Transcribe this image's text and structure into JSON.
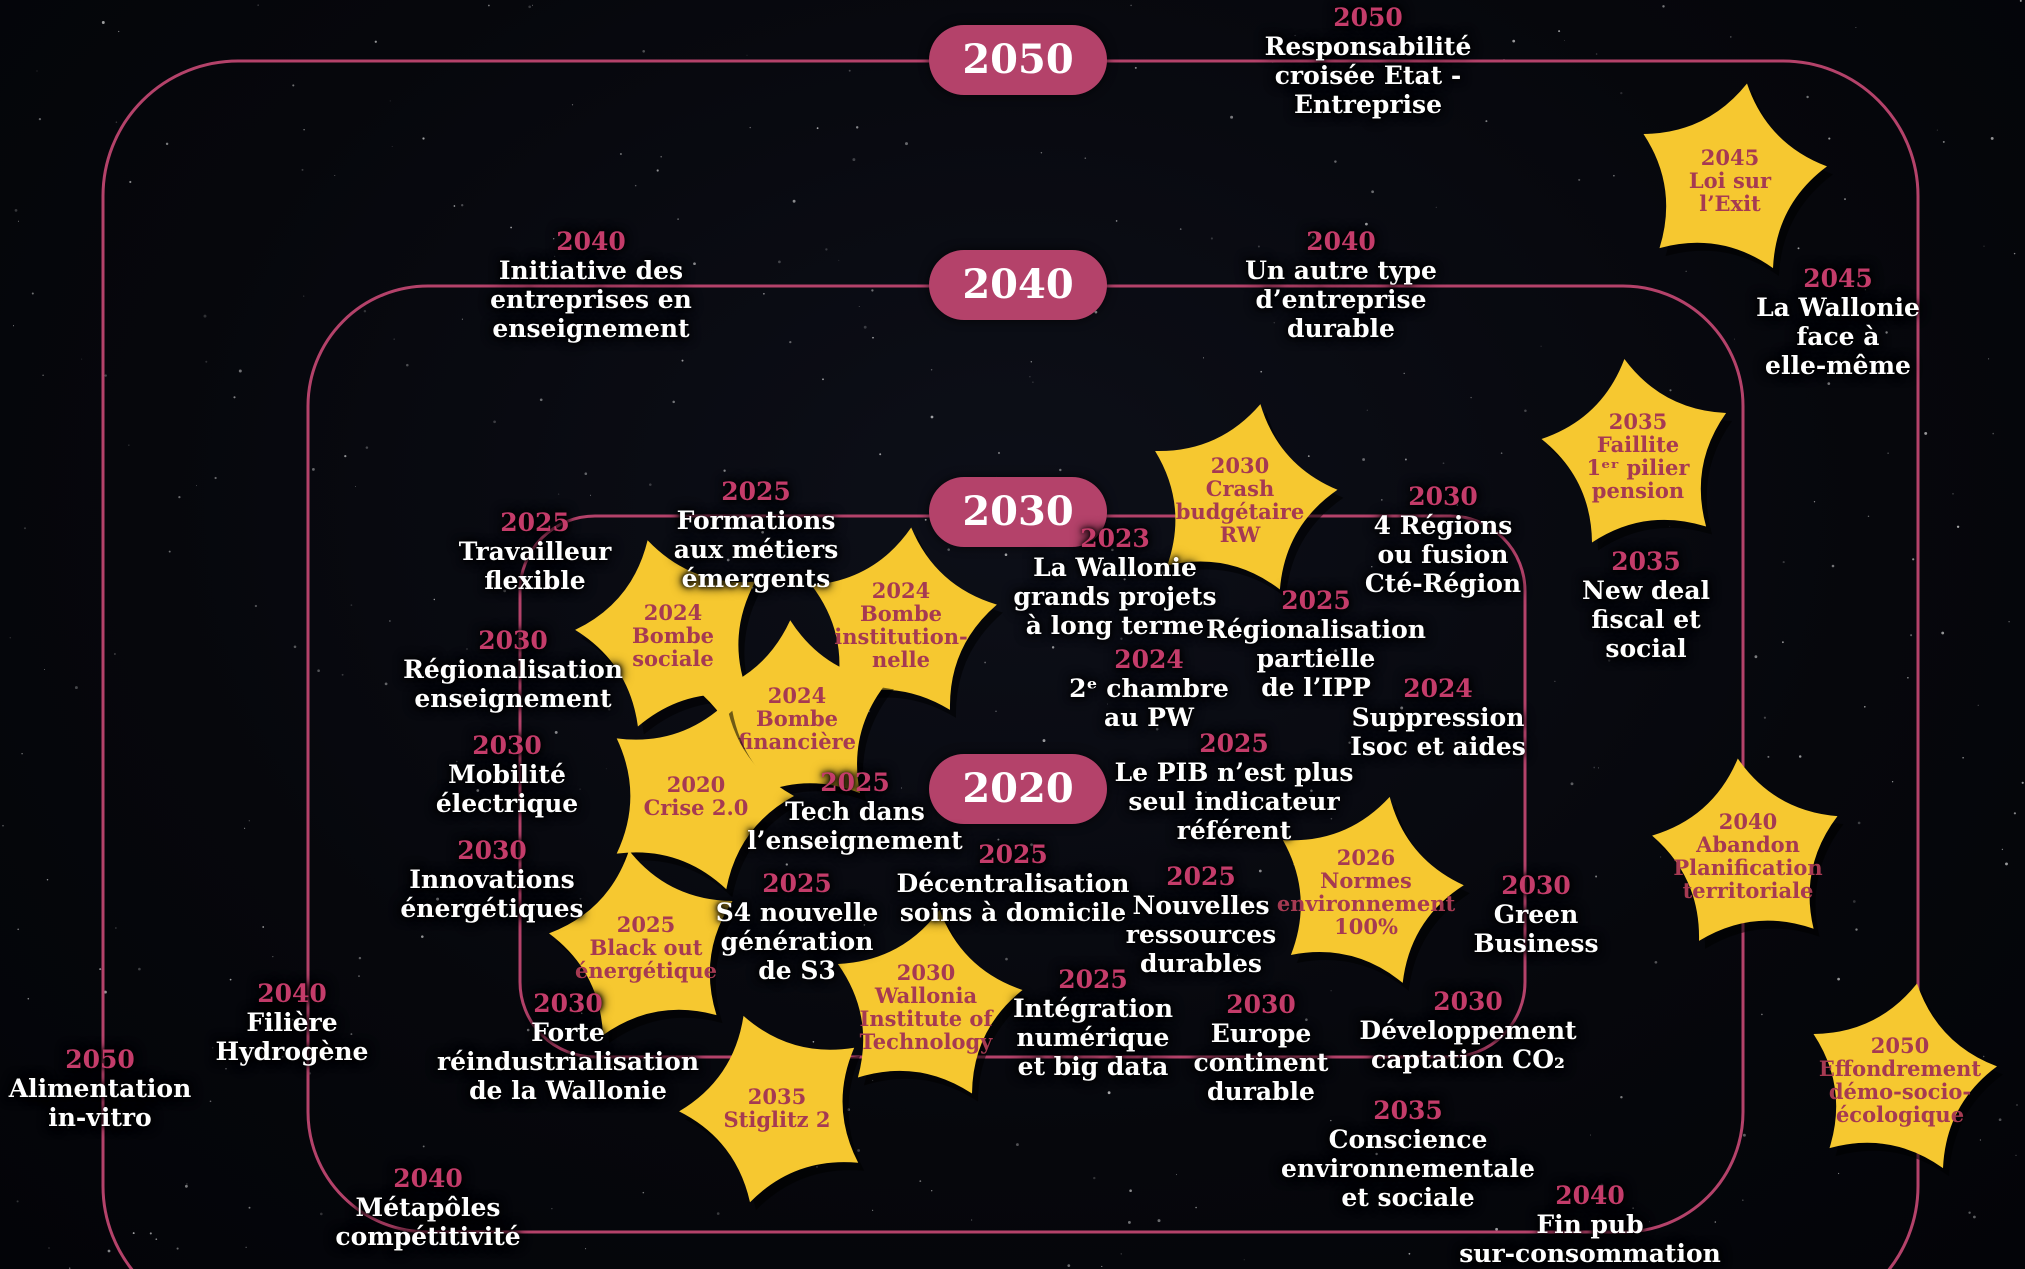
{
  "rings": [
    "2050",
    "2040",
    "2030",
    "2020"
  ],
  "colors": {
    "accent": "#b4426a",
    "year_text": "#c43c6a",
    "star_fill": "#f6c830",
    "star_text": "#a63a52",
    "background": "#05060a"
  },
  "labels": {
    "l2050_resp": {
      "year": "2050",
      "text": "Responsabilité\ncroisée Etat -\nEntreprise"
    },
    "l2050_alim": {
      "year": "2050",
      "text": "Alimentation\nin-vitro"
    },
    "l2045_wall": {
      "year": "2045",
      "text": "La Wallonie\nface à\nelle-même"
    },
    "l2040_init": {
      "year": "2040",
      "text": "Initiative des\nentreprises en\nenseignement"
    },
    "l2040_autre": {
      "year": "2040",
      "text": "Un autre type\nd’entreprise\ndurable"
    },
    "l2040_hydro": {
      "year": "2040",
      "text": "Filière\nHydrogène"
    },
    "l2040_meta": {
      "year": "2040",
      "text": "Métapôles\ncompétitivité"
    },
    "l2040_pub": {
      "year": "2040",
      "text": "Fin pub\nsur-consommation"
    },
    "l2035_deal": {
      "year": "2035",
      "text": "New deal\nfiscal et\nsocial"
    },
    "l2035_consc": {
      "year": "2035",
      "text": "Conscience\nenvironnementale\net sociale"
    },
    "l2030_4reg": {
      "year": "2030",
      "text": "4 Régions\nou fusion\nCté-Région"
    },
    "l2030_regens": {
      "year": "2030",
      "text": "Régionalisation\nenseignement"
    },
    "l2030_mob": {
      "year": "2030",
      "text": "Mobilité\nélectrique"
    },
    "l2030_innov": {
      "year": "2030",
      "text": "Innovations\nénergétiques"
    },
    "l2030_forte": {
      "year": "2030",
      "text": "Forte\nréindustrialisation\nde la Wallonie"
    },
    "l2030_europe": {
      "year": "2030",
      "text": "Europe\ncontinent\ndurable"
    },
    "l2030_dev": {
      "year": "2030",
      "text": "Développement\ncaptation CO₂"
    },
    "l2030_green": {
      "year": "2030",
      "text": "Green\nBusiness"
    },
    "l2025_trav": {
      "year": "2025",
      "text": "Travailleur\nflexible"
    },
    "l2025_form": {
      "year": "2025",
      "text": "Formations\naux métiers\némergents"
    },
    "l2025_regipp": {
      "year": "2025",
      "text": "Régionalisation\npartielle\nde l’IPP"
    },
    "l2025_pib": {
      "year": "2025",
      "text": "Le PIB n’est plus\nseul indicateur\nréférent"
    },
    "l2025_tech": {
      "year": "2025",
      "text": "Tech dans\nl’enseignement"
    },
    "l2025_decen": {
      "year": "2025",
      "text": "Décentralisation\nsoins à domicile"
    },
    "l2025_s4": {
      "year": "2025",
      "text": "S4 nouvelle\ngénération\nde S3"
    },
    "l2025_nouv": {
      "year": "2025",
      "text": "Nouvelles\nressources\ndurables"
    },
    "l2025_integ": {
      "year": "2025",
      "text": "Intégration\nnumérique\net big data"
    },
    "l2024_supp": {
      "year": "2024",
      "text": "Suppression\nIsoc et aides"
    },
    "l2024_2ch": {
      "year": "2024",
      "text": "2ᵉ chambre\nau PW"
    },
    "l2023_wall": {
      "year": "2023",
      "text": "La Wallonie\ngrands projets\nà long terme"
    }
  },
  "stars": {
    "s2045_exit": {
      "year": "2045",
      "text": "Loi sur\nl’Exit"
    },
    "s2035_faill": {
      "year": "2035",
      "text": "Faillite\n1ᵉʳ pilier\npension"
    },
    "s2030_crash": {
      "year": "2030",
      "text": "Crash\nbudgétaire\nRW"
    },
    "s2024_soc": {
      "year": "2024",
      "text": "Bombe\nsociale"
    },
    "s2024_inst": {
      "year": "2024",
      "text": "Bombe\ninstitution-\nnelle"
    },
    "s2024_fin": {
      "year": "2024",
      "text": "Bombe\nfinancière"
    },
    "s2020_crise": {
      "year": "2020",
      "text": "Crise 2.0"
    },
    "s2025_black": {
      "year": "2025",
      "text": "Black out\nénergétique"
    },
    "s2030_wit": {
      "year": "2030",
      "text": "Wallonia\nInstitute of\nTechnology"
    },
    "s2035_stig": {
      "year": "2035",
      "text": "Stiglitz 2"
    },
    "s2026_normes": {
      "year": "2026",
      "text": "Normes\nenvironnement\n100%"
    },
    "s2040_aband": {
      "year": "2040",
      "text": "Abandon\nPlanification\nterritoriale"
    },
    "s2050_effond": {
      "year": "2050",
      "text": "Effondrement\ndémo-socio-\nécologique"
    }
  }
}
